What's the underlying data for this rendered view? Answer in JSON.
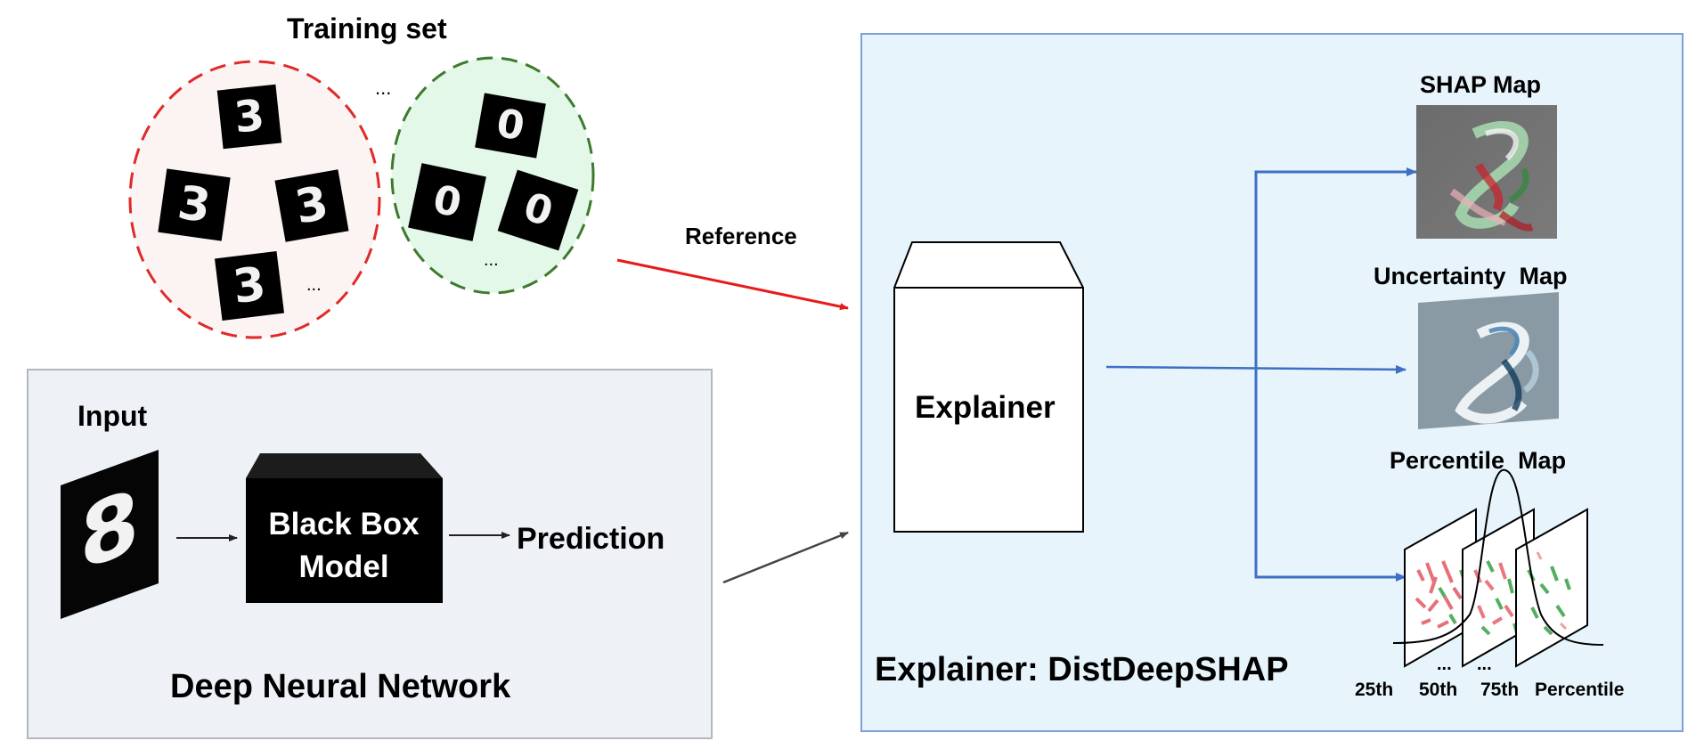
{
  "training_set": {
    "title": "Training set",
    "ellipsis_between": "...",
    "group_three": {
      "digits": [
        "3",
        "3",
        "3",
        "3"
      ],
      "ellipsis": "..."
    },
    "group_zero": {
      "digits": [
        "0",
        "0",
        "0"
      ],
      "ellipsis": "..."
    }
  },
  "reference_label": "Reference",
  "dnn": {
    "title": "Deep Neural Network",
    "input_label": "Input",
    "input_digit": "8",
    "model_line1": "Black Box",
    "model_line2": "Model",
    "prediction_label": "Prediction"
  },
  "explainer": {
    "box_label": "Explainer",
    "title": "Explainer: DistDeepSHAP",
    "shap_map_label": "SHAP Map",
    "uncertainty_map_label": "Uncertainty  Map",
    "percentile_map_label": "Percentile  Map",
    "percentile_ticks": [
      "25th",
      "50th",
      "75th",
      "Percentile"
    ],
    "percentile_ellipses": [
      "...",
      "..."
    ]
  },
  "colors": {
    "reference_arrow": "#e8191c",
    "output_arrows": "#3d6fc4",
    "group_three_border": "#e02a2a",
    "group_three_fill": "#fcf3f3",
    "group_zero_border": "#3e7a2e",
    "group_zero_fill": "#e4f8ea",
    "dnn_panel": "#eef2f6",
    "explainer_panel": "#e7f4fc"
  }
}
